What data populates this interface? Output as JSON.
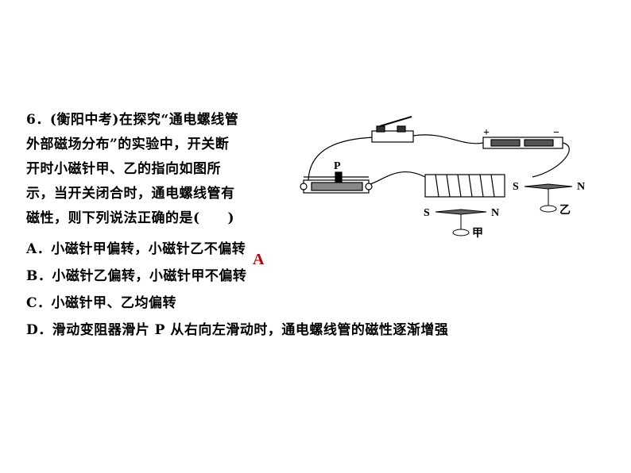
{
  "question": {
    "lines": [
      "6．(衡阳中考)在探究“通电螺线管",
      "外部磁场分布”的实验中，开关断",
      "开时小磁针甲、乙的指向如图所",
      "示，当开关闭合时，通电螺线管有",
      "磁性，则下列说法正确的是(　　)"
    ],
    "options": [
      "A．小磁针甲偏转，小磁针乙不偏转",
      "B．小磁针乙偏转，小磁针甲不偏转",
      "C．小磁针甲、乙均偏转",
      "D．滑动变阻器滑片 P 从右向左滑动时，通电螺线管的磁性逐渐增强"
    ],
    "answer": "A"
  },
  "figure": {
    "rheostat_slider": "P",
    "battery_plus": "+",
    "battery_minus": "−",
    "needle_jia": {
      "south": "S",
      "north": "N",
      "name": "甲"
    },
    "needle_yi": {
      "south": "S",
      "north": "N",
      "name": "乙"
    }
  }
}
